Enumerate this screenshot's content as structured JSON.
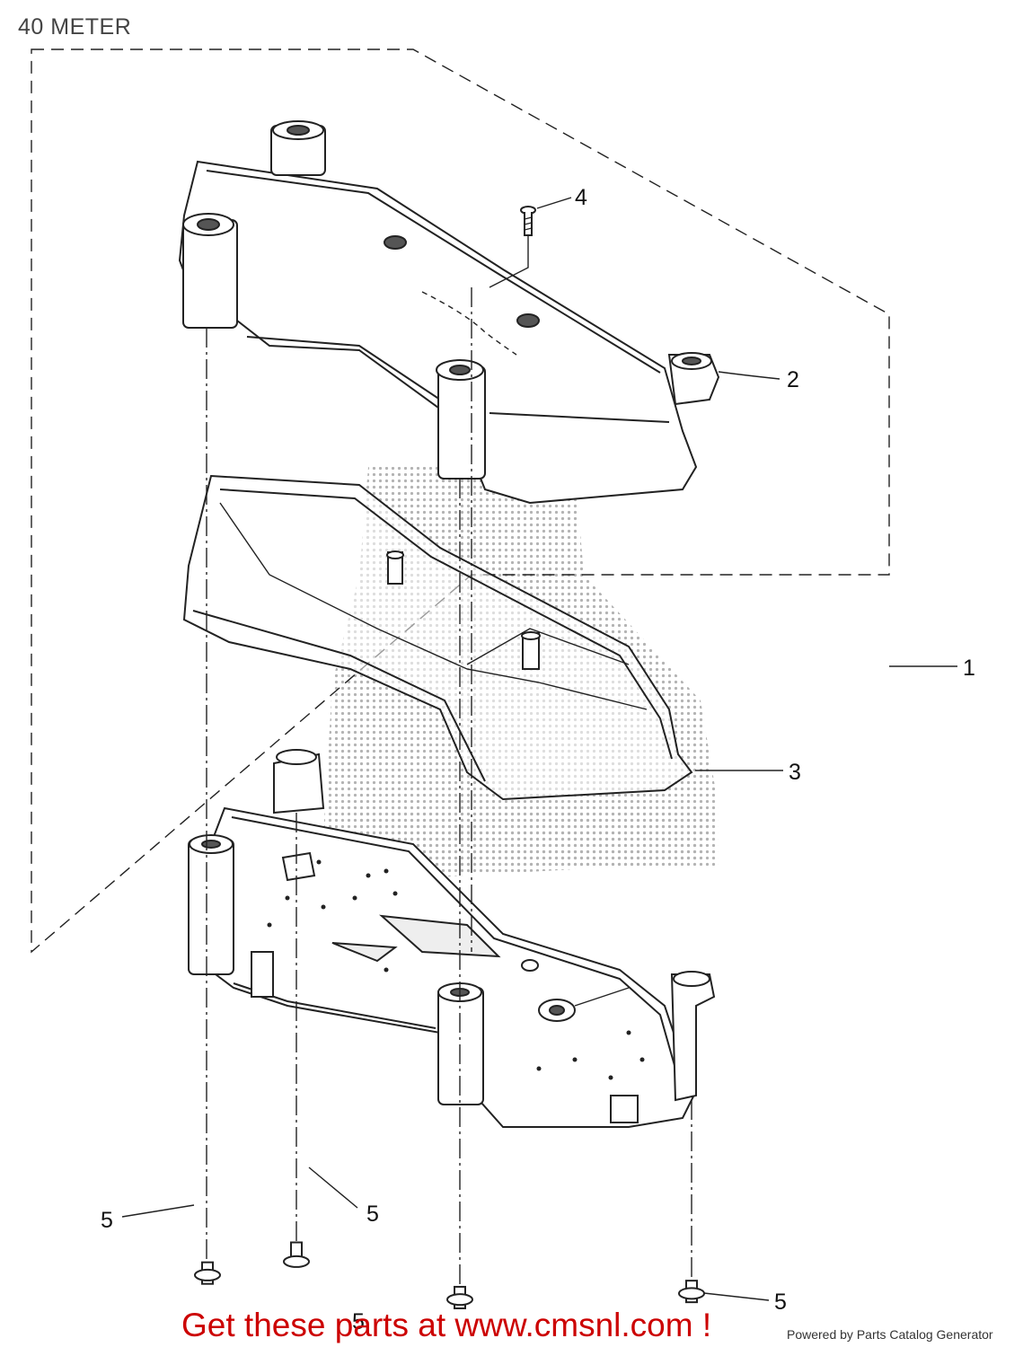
{
  "title": "40 METER",
  "callouts": [
    {
      "label": "1",
      "part": "meter-assembly"
    },
    {
      "label": "2",
      "part": "upper-case"
    },
    {
      "label": "3",
      "part": "lens-frame"
    },
    {
      "label": "4",
      "part": "screw-top"
    },
    {
      "label": "5",
      "part": "screw-front-left"
    },
    {
      "label": "5",
      "part": "screw-mid-left"
    },
    {
      "label": "5",
      "part": "screw-front-center"
    },
    {
      "label": "5",
      "part": "screw-front-right"
    }
  ],
  "footer": {
    "cta": "Get these parts at www.cmsnl.com !",
    "powered_by": "Powered by Parts Catalog Generator"
  }
}
